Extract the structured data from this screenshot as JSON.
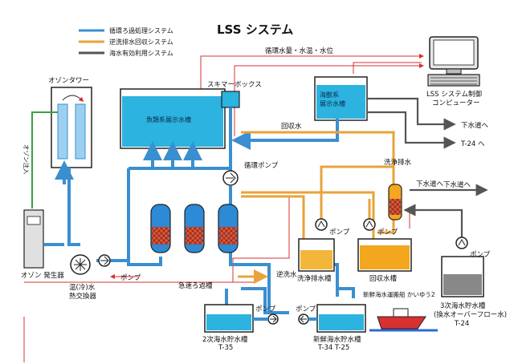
{
  "title": "LSS システム",
  "legend": [
    {
      "label": "循環ろ過処理システム",
      "color": "#3a8fd0"
    },
    {
      "label": "逆洗排水回収システム",
      "color": "#e8a33a"
    },
    {
      "label": "海水有効利用システム",
      "color": "#555555"
    }
  ],
  "labels": {
    "ozone_tower": "オゾンタワー",
    "ozone_injection": "オゾン注入",
    "ozone_generator": "オゾン 発生器",
    "heat_exchanger": "温(冷)水 熱交換器",
    "pump": "ポンプ",
    "skimmer_box": "スキマーボックス",
    "fish_tank": "魚類系展示水槽",
    "marine_mammal_tank": "海獣系 展示水槽",
    "circulation_pump": "循環ポンプ",
    "rapid_filter": "急速ろ過槽",
    "backwash": "逆洗水",
    "recovered_water": "回収水",
    "washing_drain": "洗浄排水",
    "washing_drain_tank": "洗浄排水槽",
    "recovery_tank": "回収水槽",
    "sewer1": "下水道へ",
    "t24_to": "T-24 へ",
    "sewer2": "下水道へ",
    "sewer3": "下水道へ",
    "signal": "循環水量・水温・水位",
    "computer_line1": "LSS システム制御",
    "computer_line2": "コンピューター",
    "seawater_ship": "新鮮海水運搬船 かいゆう2",
    "tank2": "2次海水貯水槽",
    "t35": "T-35",
    "fresh_tank": "新鮮海水貯水槽",
    "t34_t25": "T-34 T-25",
    "tank3_line1": "3次海水貯水槽",
    "tank3_line2": "(換水オーバーフロー水)",
    "t24": "T-24"
  }
}
